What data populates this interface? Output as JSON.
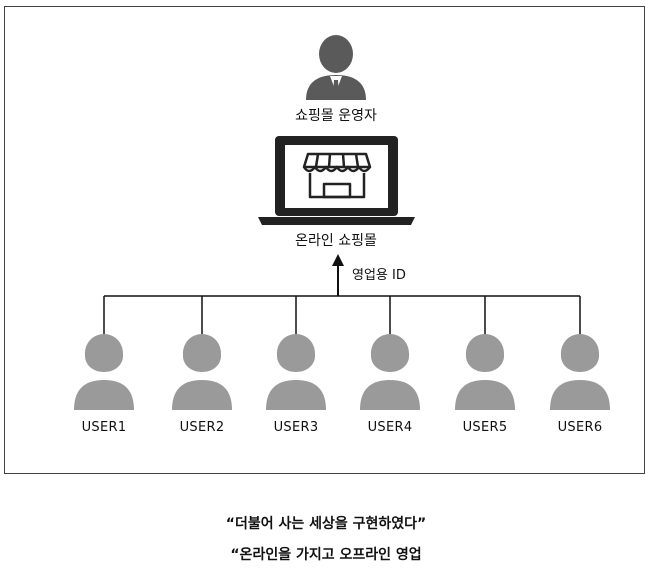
{
  "diagram": {
    "operator_label": "쇼핑몰 운영자",
    "shop_label": "온라인 쇼핑몰",
    "connection_label": "영업용 ID",
    "users": [
      "USER1",
      "USER2",
      "USER3",
      "USER4",
      "USER5",
      "USER6"
    ],
    "colors": {
      "operator_fill": "#5a5a5a",
      "user_fill": "#9a9a9a",
      "laptop_fill": "#222222",
      "line": "#111111"
    }
  },
  "captions": {
    "line1": "“더불어 사는 세상을 구현하였다”",
    "line2": "“온라인을 가지고 오프라인 영업"
  }
}
